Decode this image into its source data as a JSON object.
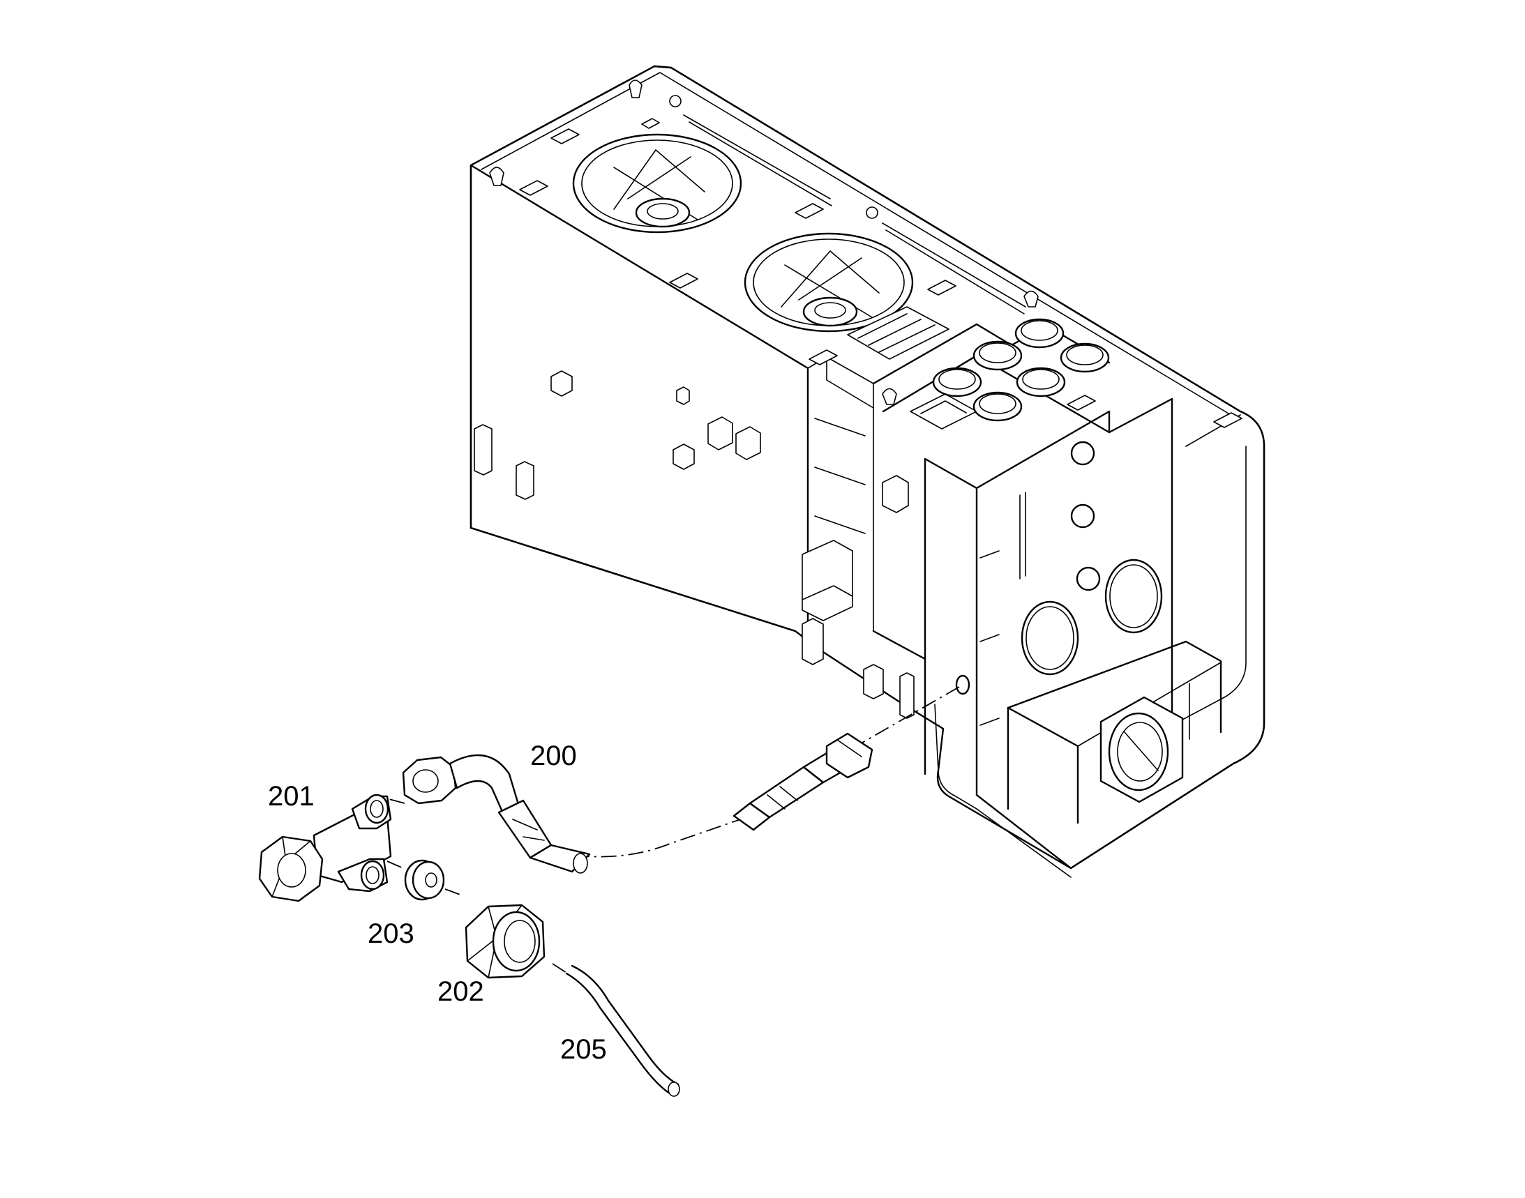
{
  "callouts": {
    "c200": "200",
    "c201": "201",
    "c202": "202",
    "c203": "203",
    "c205": "205"
  },
  "colors": {
    "line": "#000000",
    "background": "#ffffff"
  }
}
